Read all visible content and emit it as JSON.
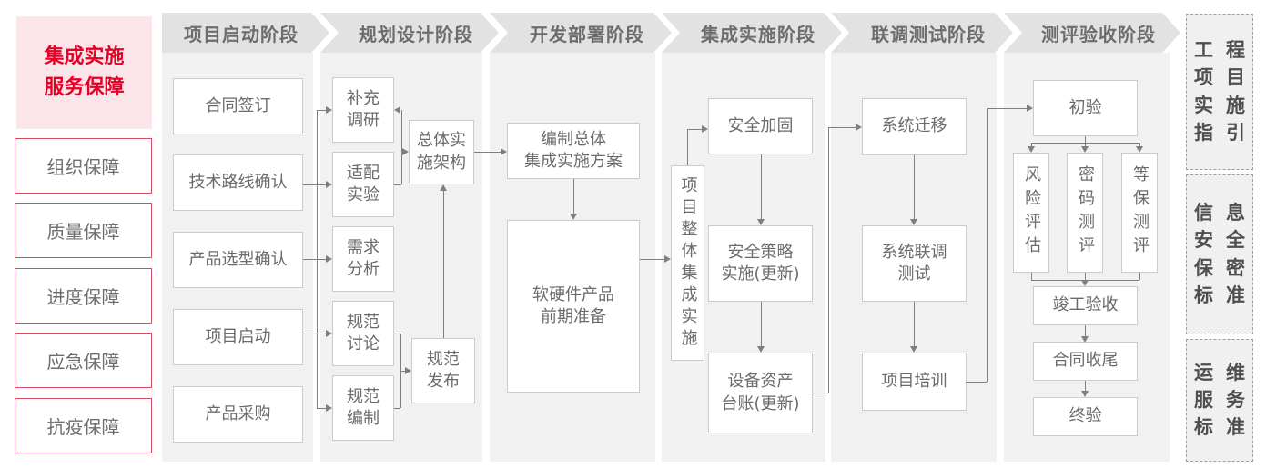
{
  "sidebar": {
    "title_lines": [
      "集成实施",
      "服务保障"
    ],
    "items": [
      "组织保障",
      "质量保障",
      "进度保障",
      "应急保障",
      "抗疫保障"
    ]
  },
  "phases": [
    "项目启动阶段",
    "规划设计阶段",
    "开发部署阶段",
    "集成实施阶段",
    "联调测试阶段",
    "测评验收阶段"
  ],
  "flow": {
    "c1": [
      "合同签订",
      "技术路线确认",
      "产品选型确认",
      "项目启动",
      "产品采购"
    ],
    "c2_left": [
      "补充\n调研",
      "适配\n实验",
      "需求\n分析",
      "规范\n讨论",
      "规范\n编制"
    ],
    "c2_right": [
      "总体实\n施架构",
      "规范\n发布"
    ],
    "c3": [
      "编制总体\n集成实施方案",
      "软硬件产品\n前期准备"
    ],
    "c4_vertical": "项目整体集成实施",
    "c4": [
      "安全加固",
      "安全策略\n实施(更新)",
      "设备资产\n台账(更新)"
    ],
    "c5": [
      "系统迁移",
      "系统联调\n测试",
      "项目培训"
    ],
    "c6_vertical": [
      "风险评估",
      "密码测评",
      "等保测评"
    ],
    "c6": [
      "初验",
      "竣工验收",
      "合同收尾",
      "终验"
    ]
  },
  "standards": [
    {
      "rows": [
        "工程",
        "项目",
        "实施",
        "指引"
      ]
    },
    {
      "rows": [
        "信息",
        "安全",
        "保密",
        "标准"
      ]
    },
    {
      "rows": [
        "运维",
        "服务",
        "标准"
      ]
    }
  ],
  "colors": {
    "accent_red": "#e60028",
    "pink_bg": "#fbe5e8",
    "red_border": "#d64b60",
    "panel_bg": "#f2f1f1",
    "banner_bg": "#e3e2e2",
    "banner_text": "#6e6c6c",
    "box_border": "#cbcbcb",
    "box_text": "#6b6b6b",
    "connector": "#7f7f7f",
    "standards_text": "#4f4f4f"
  }
}
